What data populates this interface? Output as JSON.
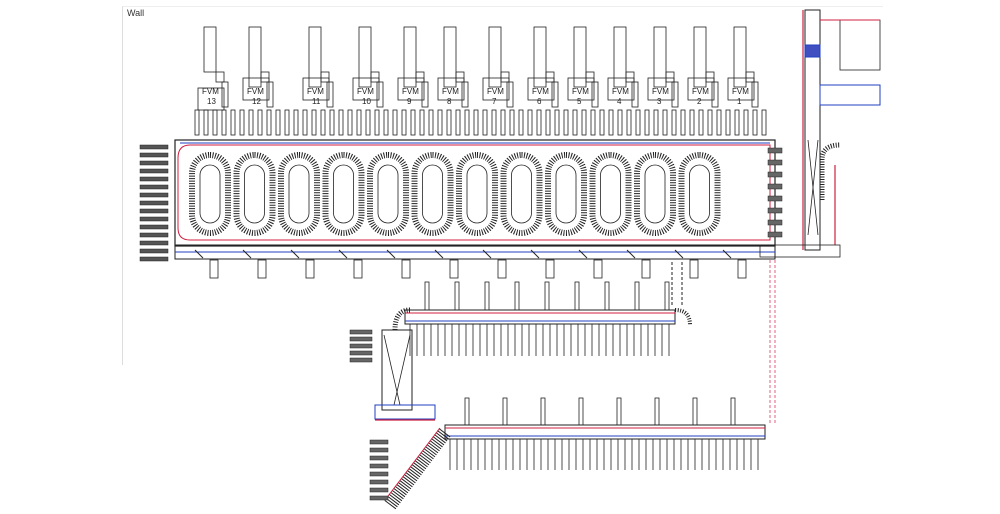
{
  "diagram": {
    "wall_label": "Wall",
    "machine_prefix": "FVM",
    "machines": [
      "13",
      "12",
      "11",
      "10",
      "9",
      "8",
      "7",
      "6",
      "5",
      "4",
      "3",
      "2",
      "1"
    ],
    "colors": {
      "line": "#222222",
      "conveyor_blue": "#1f3fbf",
      "path_red": "#d02040",
      "path_pink": "#e06080",
      "accent_yellow": "#d8c040"
    }
  }
}
